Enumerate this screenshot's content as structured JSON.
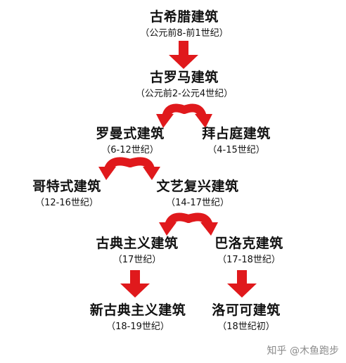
{
  "colors": {
    "arrow": "#e0191c",
    "text": "#111111"
  },
  "nodes": {
    "greek": {
      "name": "古希腊建筑",
      "period": "（公元前8-前1世纪）"
    },
    "roman": {
      "name": "古罗马建筑",
      "period": "（公元前2-公元4世纪）"
    },
    "romanesque": {
      "name": "罗曼式建筑",
      "period": "（6-12世纪）"
    },
    "byzantine": {
      "name": "拜占庭建筑",
      "period": "（4-15世纪）"
    },
    "gothic": {
      "name": "哥特式建筑",
      "period": "（12-16世纪）"
    },
    "renaissance": {
      "name": "文艺复兴建筑",
      "period": "（14-17世纪）"
    },
    "classicism": {
      "name": "古典主义建筑",
      "period": "（17世纪）"
    },
    "baroque": {
      "name": "巴洛克建筑",
      "period": "（17-18世纪）"
    },
    "neoclassical": {
      "name": "新古典主义建筑",
      "period": "（18-19世纪）"
    },
    "rococo": {
      "name": "洛可可建筑",
      "period": "（18世纪初）"
    }
  },
  "watermark": "知乎 @木鱼跑步"
}
